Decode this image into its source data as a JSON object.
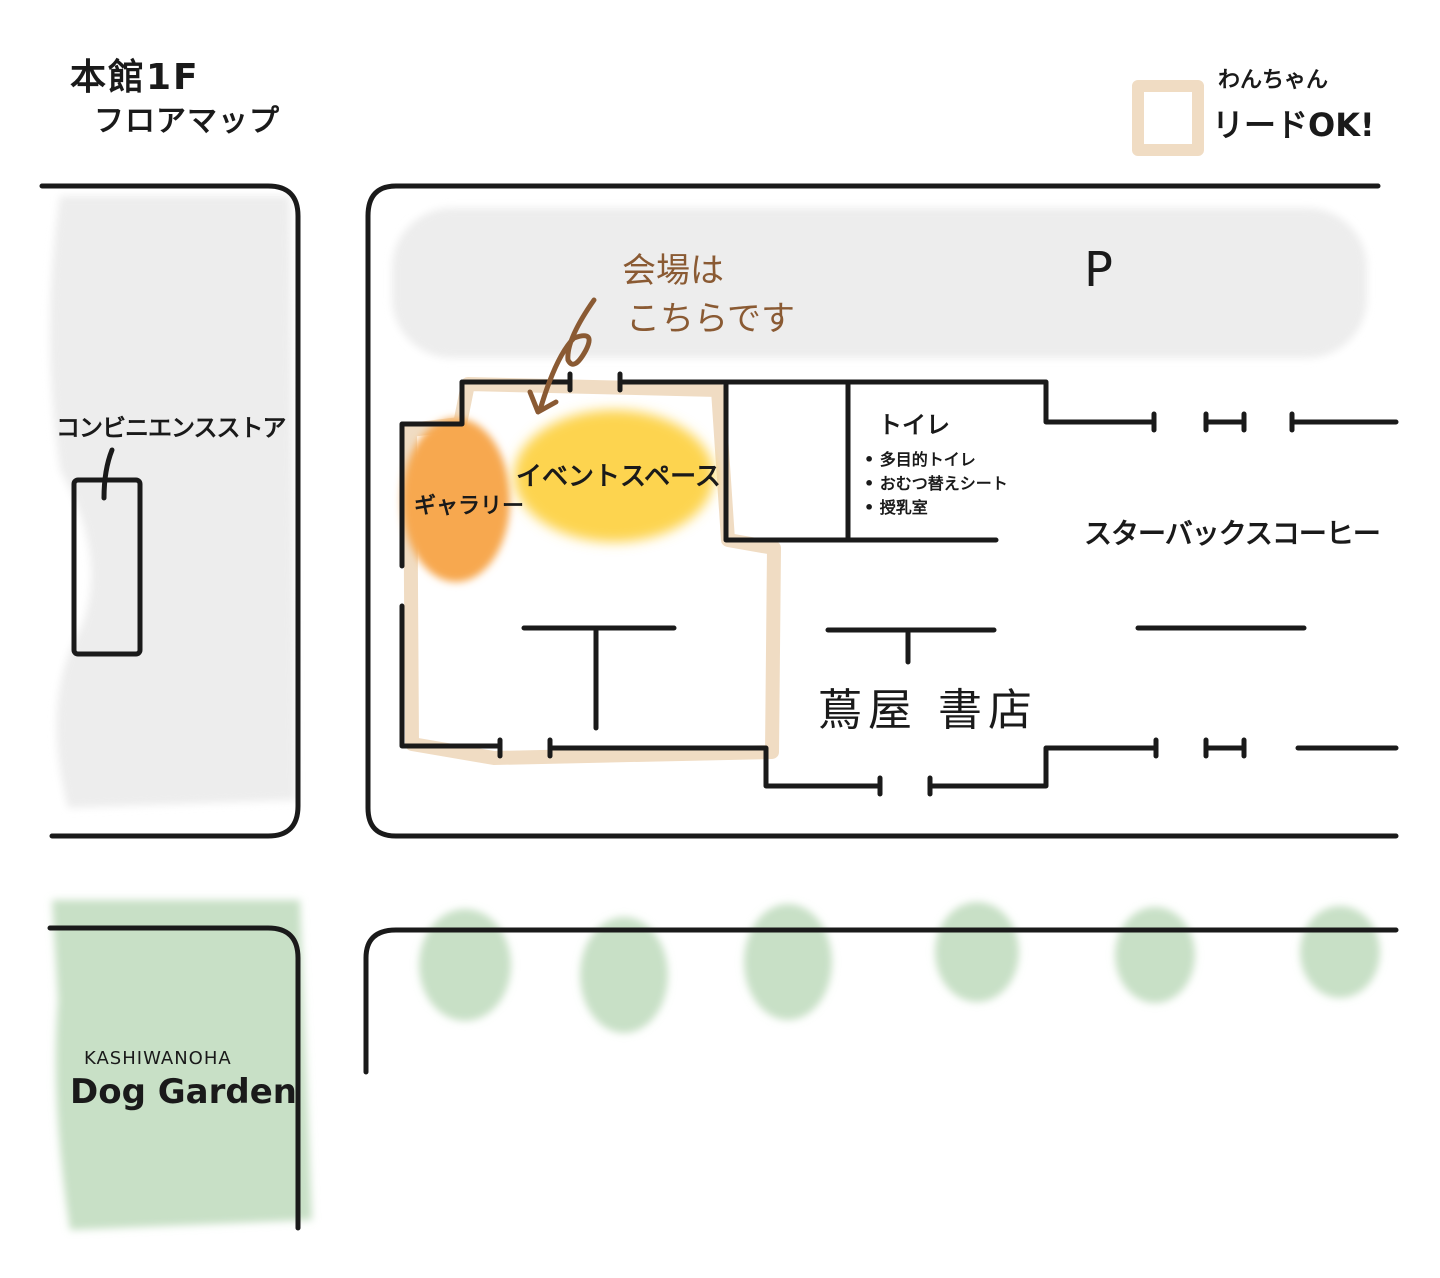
{
  "map": {
    "title_line1": "本館1F",
    "title_line2": "フロアマップ",
    "legend": {
      "swatch_color": "#f0dcc3",
      "line1": "わんちゃん",
      "line2": "リードOK!"
    },
    "areas": {
      "convenience_store": "コンビニエンスストア",
      "parking": "P",
      "gallery": "ギャラリー",
      "event_space": "イベントスペース",
      "toilet": {
        "title": "トイレ",
        "items": [
          "多目的トイレ",
          "おむつ替えシート",
          "授乳室"
        ]
      },
      "starbucks": "スターバックスコーヒー",
      "tsutaya": "蔦屋 書店",
      "dog_garden_sub": "KASHIWANOHA",
      "dog_garden_main": "Dog Garden"
    },
    "annotation": {
      "line1": "会場は",
      "line2": "こちらです"
    },
    "colors": {
      "gray_zone": "#ededed",
      "green_zone": "#c8e0c6",
      "dog_ok": "#f0dcc3",
      "gallery": "#f7a84f",
      "event": "#fdd44f",
      "annotation": "#8a5a33",
      "line": "#1a1a1a"
    }
  }
}
